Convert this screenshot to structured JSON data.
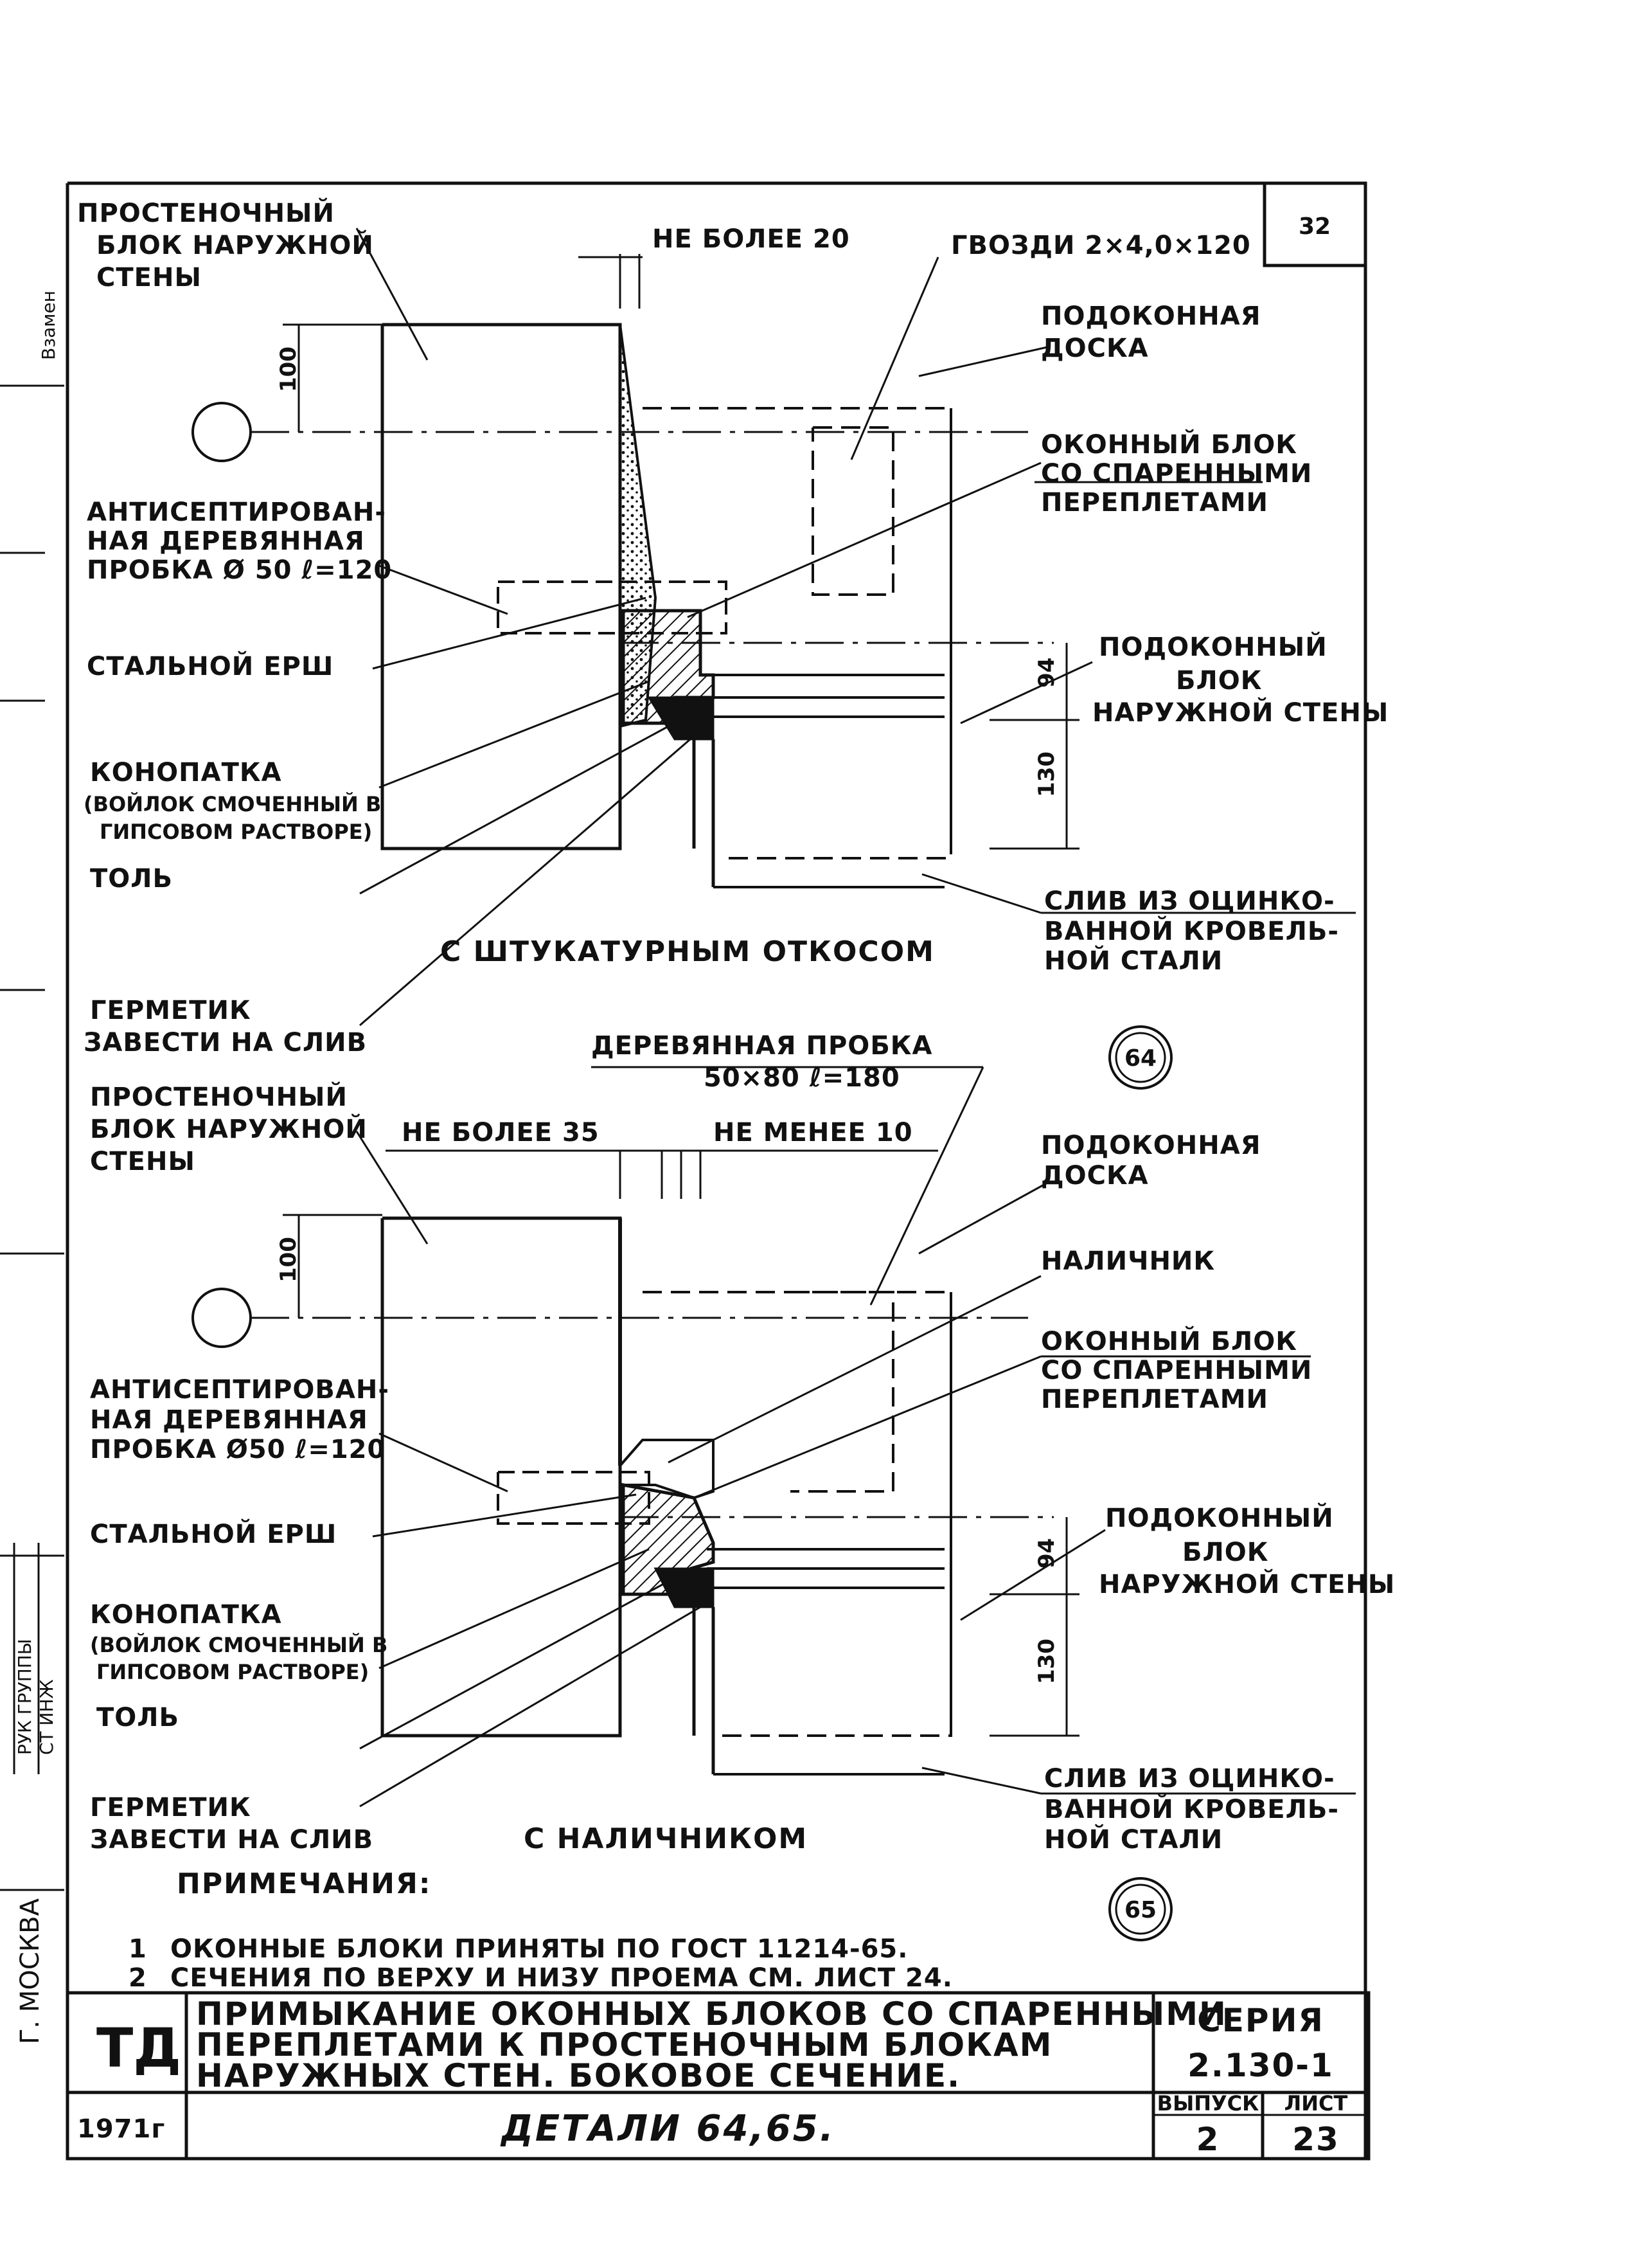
{
  "sheet_number": "32",
  "side_stamp": {
    "vzamen": "Взамен",
    "ruk_gruppy": "РУК ГРУППЫ",
    "st_inzh": "СТ ИНЖ",
    "city": "Г. МОСКВА"
  },
  "detail_64": {
    "caption": "С ШТУКАТУРНЫМ ОТКОСОМ",
    "marker": "64",
    "labels": {
      "wall_block": [
        "ПРОСТЕНОЧНЫЙ",
        "БЛОК НАРУЖНОЙ",
        "СТЕНЫ"
      ],
      "max_gap": "НЕ БОЛЕЕ 20",
      "nails": "ГВОЗДИ 2×4,0×120",
      "sill_board": [
        "ПОДОКОННАЯ",
        "ДОСКА"
      ],
      "window_block": [
        "ОКОННЫЙ БЛОК",
        "СО СПАРЕННЫМИ",
        "ПЕРЕПЛЕТАМИ"
      ],
      "plug": [
        "АНТИСЕПТИРОВАН-",
        "НАЯ ДЕРЕВЯННАЯ",
        "ПРОБКА Ø 50 ℓ=120"
      ],
      "ruff": "СТАЛЬНОЙ ЕРШ",
      "sill_block": [
        "ПОДОКОННЫЙ",
        "БЛОК",
        "НАРУЖНОЙ СТЕНЫ"
      ],
      "caulk": [
        "КОНОПАТКА",
        "(ВОЙЛОК СМОЧЕННЫЙ В",
        "ГИПСОВОМ РАСТВОРЕ)"
      ],
      "felt": "ТОЛЬ",
      "drip": [
        "СЛИВ ИЗ ОЦИНКО-",
        "ВАННОЙ КРОВЕЛЬ-",
        "НОЙ СТАЛИ"
      ],
      "sealant": [
        "ГЕРМЕТИК",
        "ЗАВЕСТИ НА СЛИВ"
      ]
    },
    "dims": {
      "d100": "100",
      "d94": "94",
      "d130": "130"
    }
  },
  "detail_65": {
    "caption": "С НАЛИЧНИКОМ",
    "marker": "65",
    "labels": {
      "wood_plug": [
        "ДЕРЕВЯННАЯ ПРОБКА",
        "50×80  ℓ=180"
      ],
      "wall_block": [
        "ПРОСТЕНОЧНЫЙ",
        "БЛОК НАРУЖНОЙ",
        "СТЕНЫ"
      ],
      "max_gap": "НЕ БОЛЕЕ 35",
      "min_gap": "НЕ МЕНЕЕ 10",
      "sill_board": [
        "ПОДОКОННАЯ",
        "ДОСКА"
      ],
      "casing": "НАЛИЧНИК",
      "window_block": [
        "ОКОННЫЙ БЛОК",
        "СО СПАРЕННЫМИ",
        "ПЕРЕПЛЕТАМИ"
      ],
      "plug": [
        "АНТИСЕПТИРОВАН-",
        "НАЯ ДЕРЕВЯННАЯ",
        "ПРОБКА Ø50 ℓ=120"
      ],
      "ruff": "СТАЛЬНОЙ ЕРШ",
      "sill_block": [
        "ПОДОКОННЫЙ",
        "БЛОК",
        "НАРУЖНОЙ СТЕНЫ"
      ],
      "caulk": [
        "КОНОПАТКА",
        "(ВОЙЛОК СМОЧЕННЫЙ В",
        "ГИПСОВОМ РАСТВОРЕ)"
      ],
      "felt": "ТОЛЬ",
      "drip": [
        "СЛИВ ИЗ ОЦИНКО-",
        "ВАННОЙ КРОВЕЛЬ-",
        "НОЙ СТАЛИ"
      ],
      "sealant": [
        "ГЕРМЕТИК",
        "ЗАВЕСТИ НА СЛИВ"
      ]
    },
    "dims": {
      "d100": "100",
      "d94": "94",
      "d130": "130"
    }
  },
  "notes": {
    "heading": "ПРИМЕЧАНИЯ:",
    "items": [
      {
        "num": "1",
        "text": "ОКОННЫЕ БЛОКИ ПРИНЯТЫ ПО ГОСТ 11214-65."
      },
      {
        "num": "2",
        "text": "СЕЧЕНИЯ ПО ВЕРХУ И НИЗУ ПРОЕМА СМ. ЛИСТ 24."
      }
    ]
  },
  "title_block": {
    "org": "ТД",
    "title": [
      "ПРИМЫКАНИЕ ОКОННЫХ БЛОКОВ СО СПАРЕННЫМИ",
      "ПЕРЕПЛЕТАМИ К ПРОСТЕНОЧНЫМ БЛОКАМ",
      "НАРУЖНЫХ СТЕН. БОКОВОЕ СЕЧЕНИЕ."
    ],
    "series_label": "СЕРИЯ",
    "series_value": "2.130-1",
    "year": "1971г",
    "subtitle": "ДЕТАЛИ 64,65.",
    "issue_label": "ВЫПУСК",
    "issue_value": "2",
    "sheet_label": "ЛИСТ",
    "sheet_value": "23"
  }
}
